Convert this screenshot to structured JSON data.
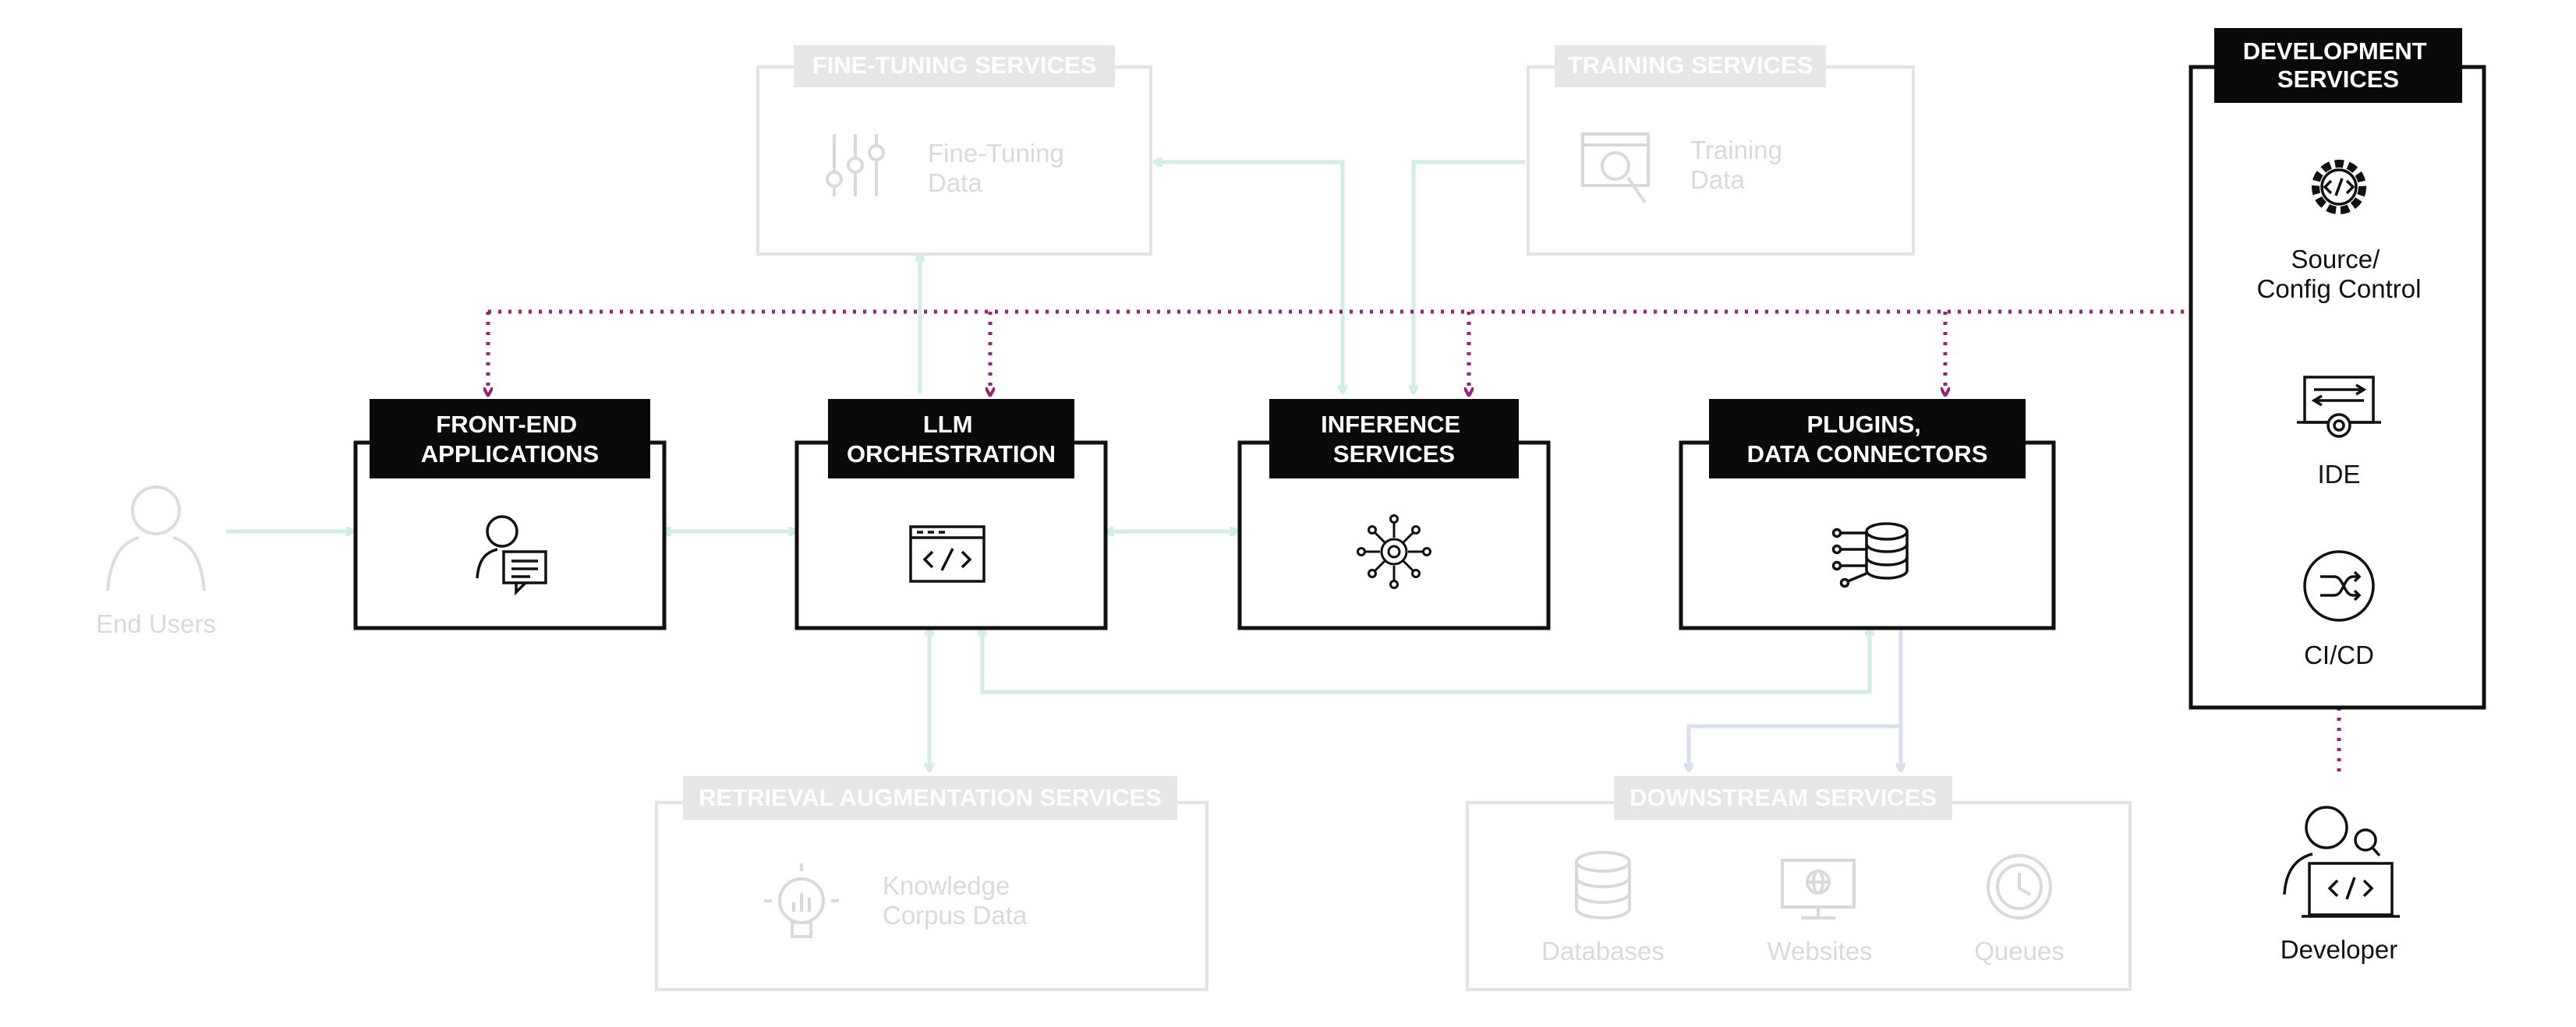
{
  "colors": {
    "background": "#ffffff",
    "active_stroke": "#111111",
    "faded_stroke": "#e3e3e3",
    "faded_text": "#d9d9d9",
    "teal_connector": "#d2ede6",
    "lavender_connector": "#d9def0",
    "magenta_dotted": "#9c1f78",
    "label_bg": "#0a0a0a",
    "label_text": "#ffffff"
  },
  "users": {
    "end_users": "End Users",
    "developer": "Developer"
  },
  "core": {
    "frontend": {
      "line1": "FRONT-END",
      "line2": "APPLICATIONS",
      "icon": "user-chat-icon"
    },
    "llm": {
      "line1": "LLM",
      "line2": "ORCHESTRATION",
      "icon": "code-window-icon"
    },
    "inference": {
      "line1": "INFERENCE",
      "line2": "SERVICES",
      "icon": "ai-chip-network-icon"
    },
    "plugins": {
      "line1": "PLUGINS,",
      "line2": "DATA CONNECTORS",
      "icon": "database-connector-icon"
    }
  },
  "top": {
    "finetuning": {
      "label": "FINE-TUNING SERVICES",
      "item_line1": "Fine-Tuning",
      "item_line2": "Data",
      "icon": "sliders-icon"
    },
    "training": {
      "label": "TRAINING SERVICES",
      "item_line1": "Training",
      "item_line2": "Data",
      "icon": "web-search-icon"
    }
  },
  "bottom": {
    "rag": {
      "label": "RETRIEVAL AUGMENTATION SERVICES",
      "item_line1": "Knowledge",
      "item_line2": "Corpus Data",
      "icon": "lightbulb-chart-icon"
    },
    "downstream": {
      "label": "DOWNSTREAM SERVICES",
      "items": [
        {
          "label": "Databases",
          "icon": "database-icon"
        },
        {
          "label": "Websites",
          "icon": "monitor-globe-icon"
        },
        {
          "label": "Queues",
          "icon": "clock-cycle-icon"
        }
      ]
    }
  },
  "dev": {
    "header_line1": "DEVELOPMENT",
    "header_line2": "SERVICES",
    "items": [
      {
        "line1": "Source/",
        "line2": "Config Control",
        "icon": "gear-code-icon"
      },
      {
        "line1": "IDE",
        "line2": "",
        "icon": "laptop-gear-icon"
      },
      {
        "line1": "CI/CD",
        "line2": "",
        "icon": "cicd-loop-icon"
      }
    ]
  }
}
